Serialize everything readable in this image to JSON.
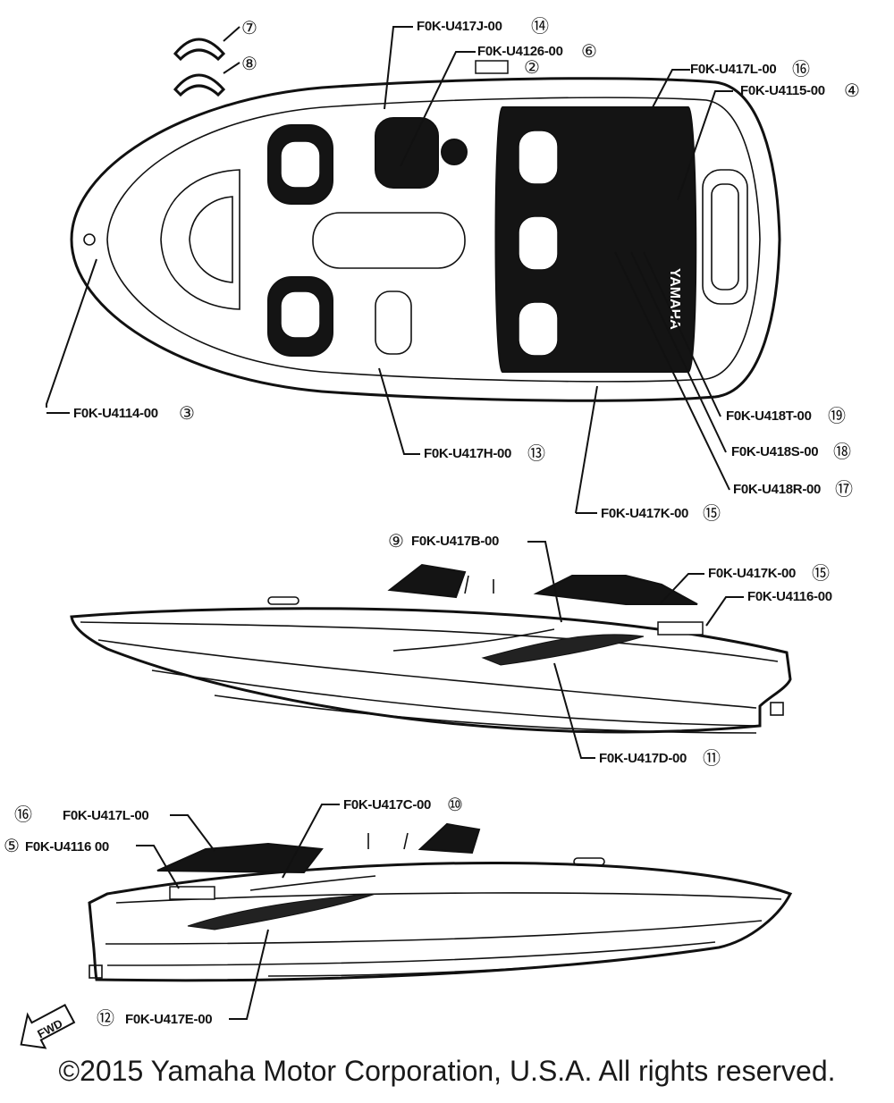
{
  "callouts": {
    "c3": {
      "code": "F0K-U4114-00",
      "num": "③"
    },
    "c4": {
      "code": "F0K-U4115-00",
      "num": "④"
    },
    "c5": {
      "code": "F0K-U4116 00",
      "num": "⑤"
    },
    "c6": {
      "code": "F0K-U4126-00",
      "num": "⑥"
    },
    "c9": {
      "code": "F0K-U417B-00",
      "num": "⑨"
    },
    "c10": {
      "code": "F0K-U417C-00",
      "num": "⑩"
    },
    "c11": {
      "code": "F0K-U417D-00",
      "num": "⑪"
    },
    "c12": {
      "code": "F0K-U417E-00",
      "num": "⑫"
    },
    "c13": {
      "code": "F0K-U417H-00",
      "num": "⑬"
    },
    "c14": {
      "code": "F0K-U417J-00",
      "num": "⑭"
    },
    "c15a": {
      "code": "F0K-U417K-00",
      "num": "⑮"
    },
    "c15b": {
      "code": "F0K-U417K-00",
      "num": "⑮"
    },
    "c16a": {
      "code": "F0K-U417L-00",
      "num": "⑯"
    },
    "c16b": {
      "code": "F0K-U417L-00",
      "num": "⑯"
    },
    "c17": {
      "code": "F0K-U418R-00",
      "num": "⑰"
    },
    "c18": {
      "code": "F0K-U418S-00",
      "num": "⑱"
    },
    "c19": {
      "code": "F0K-U418T-00",
      "num": "⑲"
    },
    "c4116": {
      "code": "F0K-U4116-00"
    }
  },
  "small_parts": {
    "p2": "②",
    "p7": "⑦",
    "p8": "⑧"
  },
  "hull_text": {
    "brand": "YAMAHA"
  },
  "fwd_label": "FWD",
  "copyright": "©2015 Yamaha Motor Corporation, U.S.A. All rights reserved."
}
